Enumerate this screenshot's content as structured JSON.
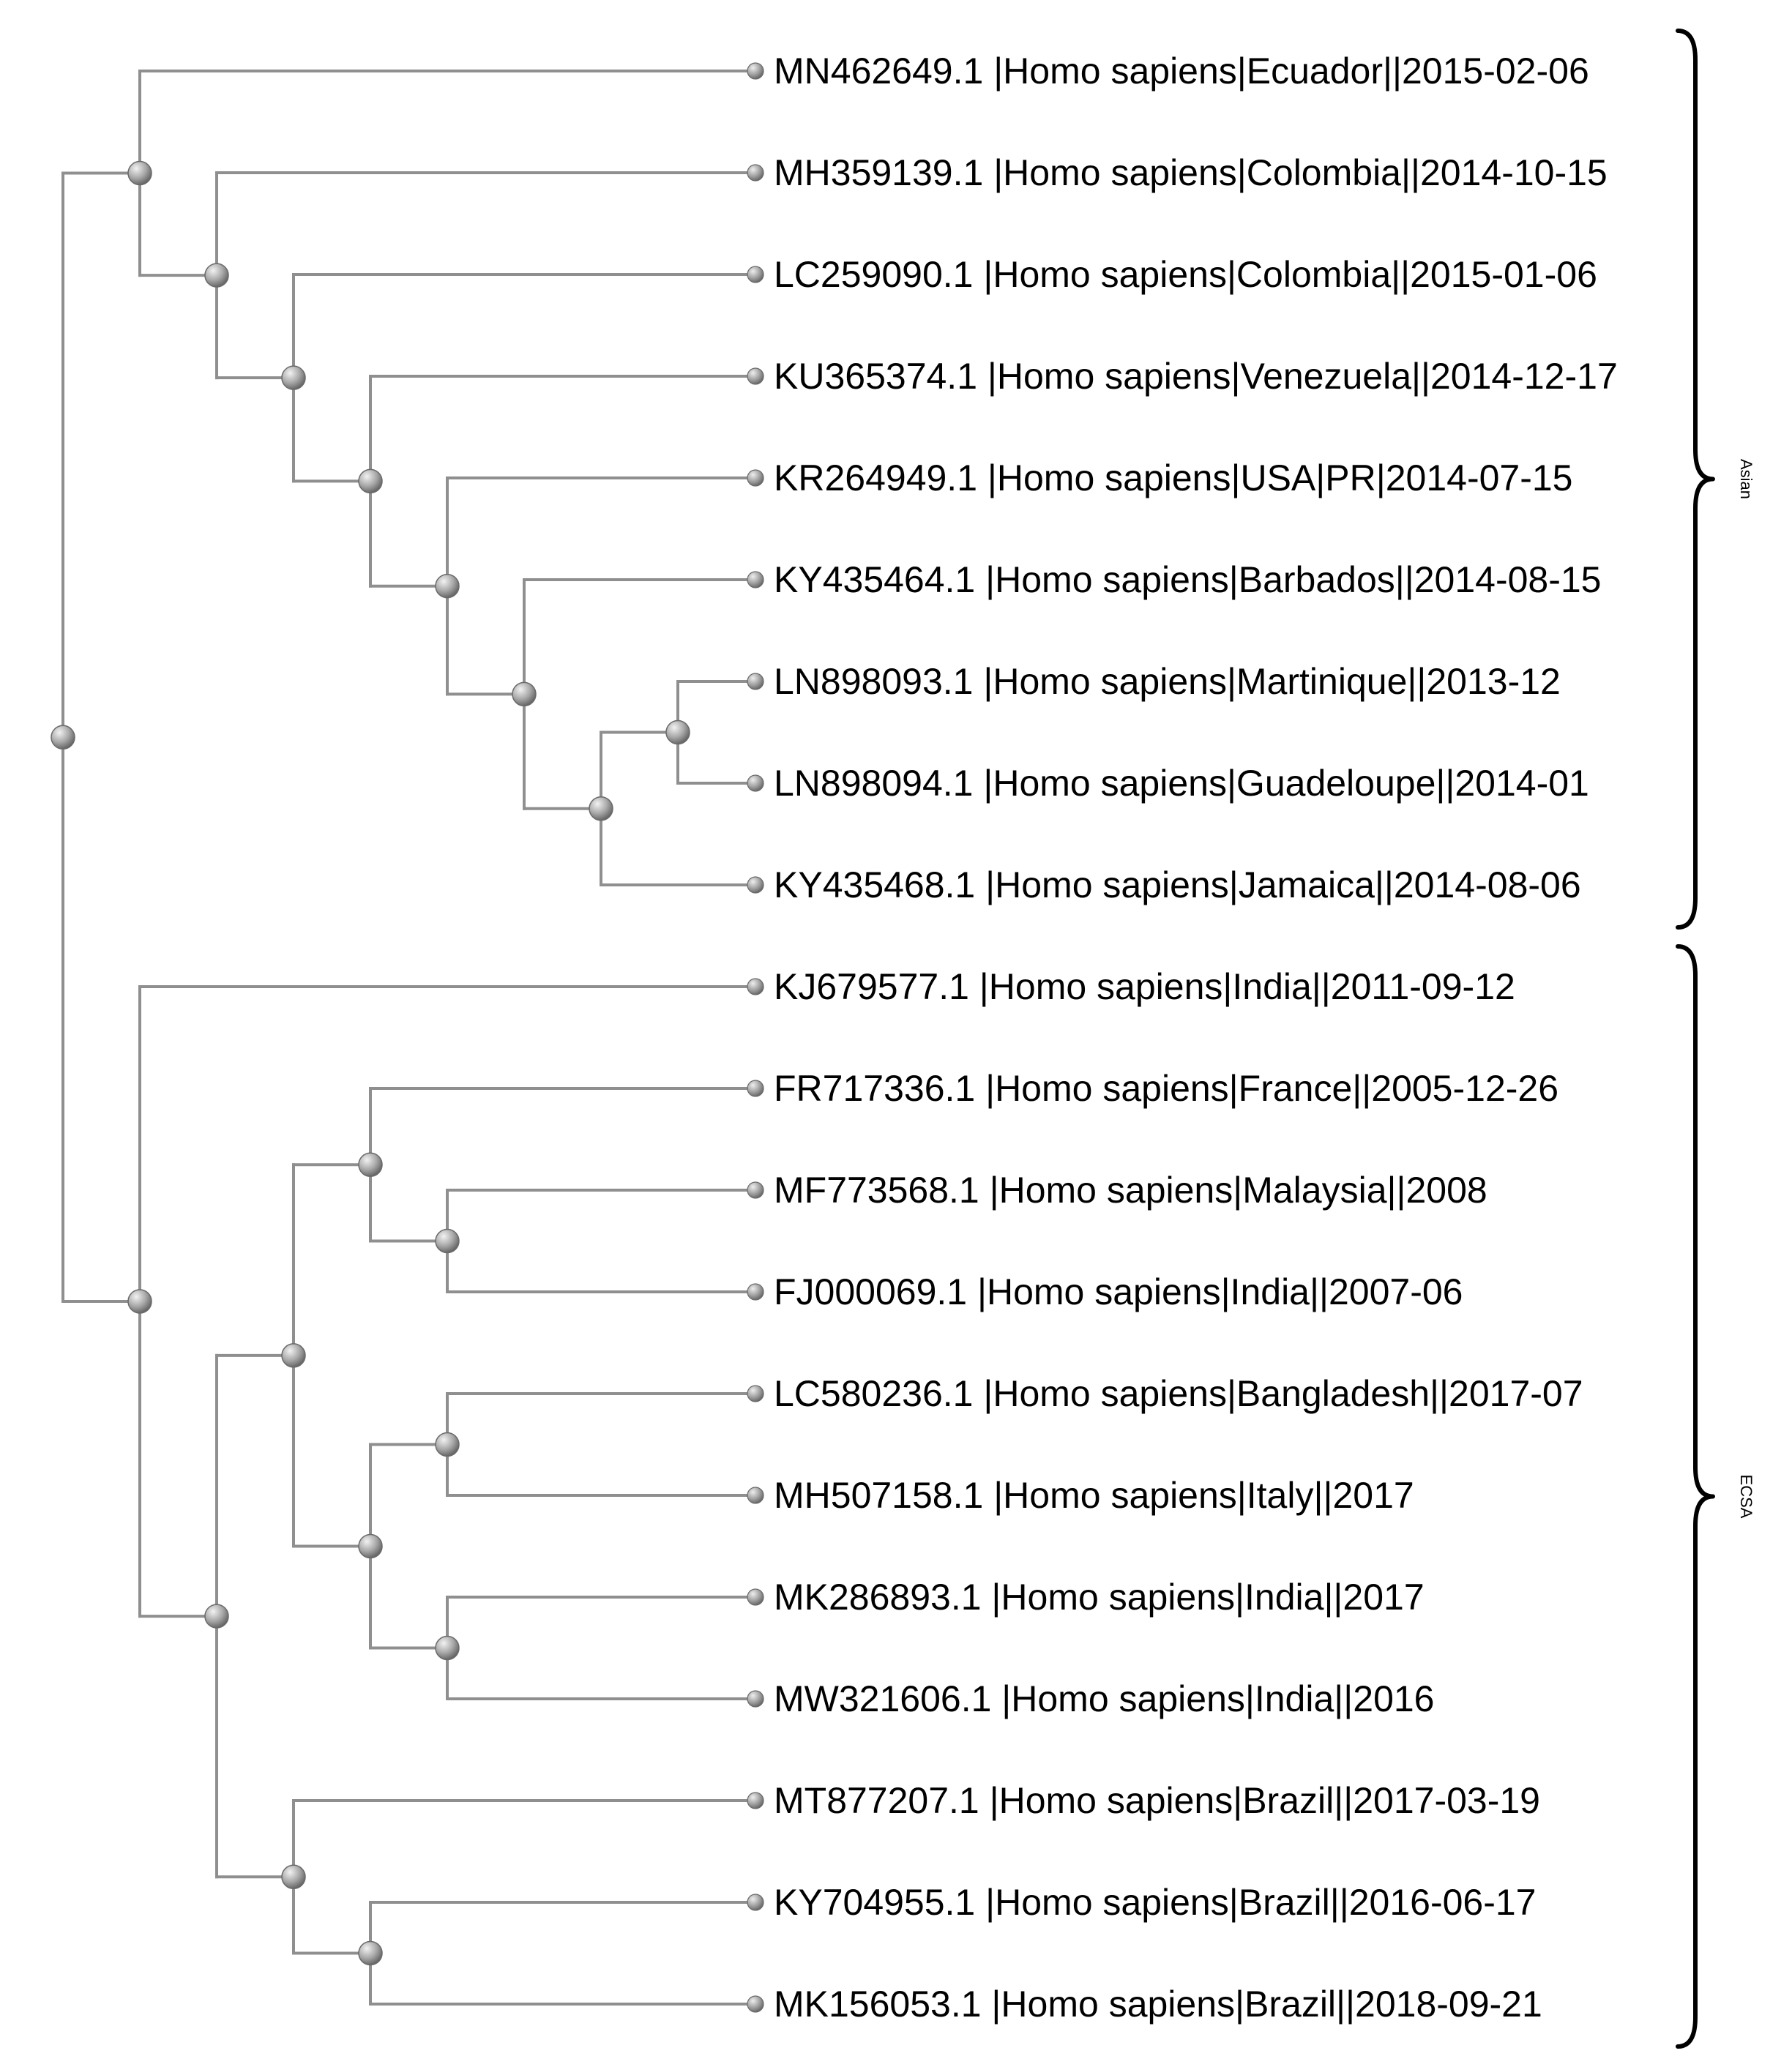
{
  "colors": {
    "branch": "#8f8f8f",
    "node": "#9a9a9a",
    "text": "#000000",
    "background": "#ffffff"
  },
  "leaves": [
    "MN462649.1 |Homo sapiens|Ecuador||2015-02-06",
    "MH359139.1 |Homo sapiens|Colombia||2014-10-15",
    "LC259090.1 |Homo sapiens|Colombia||2015-01-06",
    "KU365374.1 |Homo sapiens|Venezuela||2014-12-17",
    "KR264949.1 |Homo sapiens|USA|PR|2014-07-15",
    "KY435464.1 |Homo sapiens|Barbados||2014-08-15",
    "LN898093.1 |Homo sapiens|Martinique||2013-12",
    "LN898094.1 |Homo sapiens|Guadeloupe||2014-01",
    "KY435468.1 |Homo sapiens|Jamaica||2014-08-06",
    "KJ679577.1 |Homo sapiens|India||2011-09-12",
    "FR717336.1 |Homo sapiens|France||2005-12-26",
    "MF773568.1 |Homo sapiens|Malaysia||2008",
    "FJ000069.1 |Homo sapiens|India||2007-06",
    "LC580236.1 |Homo sapiens|Bangladesh||2017-07",
    "MH507158.1 |Homo sapiens|Italy||2017",
    "MK286893.1 |Homo sapiens|India||2017",
    "MW321606.1 |Homo sapiens|India||2016",
    "MT877207.1 |Homo sapiens|Brazil||2017-03-19",
    "KY704955.1 |Homo sapiens|Brazil||2016-06-17",
    "MK156053.1 |Homo sapiens|Brazil||2018-09-21"
  ],
  "tree": [
    [
      0,
      [
        1,
        [
          2,
          [
            3,
            [
              4,
              [
                5,
                [
                  [
                    6,
                    7
                  ],
                  8
                ]
              ]
            ]
          ]
        ]
      ]
    ],
    [
      9,
      [
        [
          [
            10,
            [
              11,
              12
            ]
          ],
          [
            [
              13,
              14
            ],
            [
              15,
              16
            ]
          ]
        ],
        [
          17,
          [
            18,
            19
          ]
        ]
      ]
    ]
  ],
  "clades": [
    {
      "label": "Asian",
      "from": 0,
      "to": 8
    },
    {
      "label": "ECSA",
      "from": 9,
      "to": 19
    }
  ]
}
